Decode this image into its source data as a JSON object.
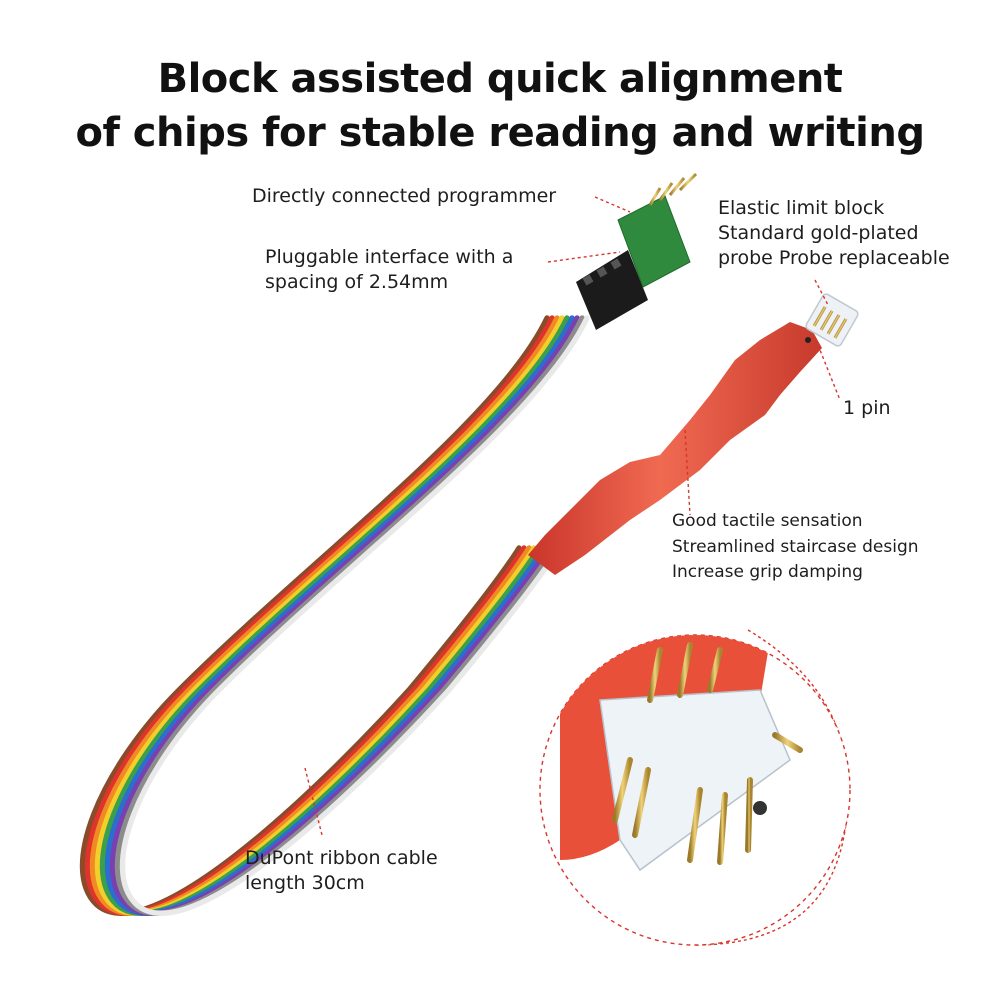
{
  "title": {
    "line1": "Block assisted quick alignment",
    "line2": "of chips for stable reading and writing"
  },
  "callouts": {
    "programmer": "Directly connected programmer",
    "interface_line1": "Pluggable interface with a",
    "interface_line2": "spacing of 2.54mm",
    "block_line1": "Elastic limit block",
    "block_line2": "Standard gold-plated",
    "block_line3": "probe Probe replaceable",
    "pin": "1 pin",
    "grip_line1": "Good tactile sensation",
    "grip_line2": "Streamlined staircase design",
    "grip_line3": "Increase grip damping",
    "cable_line1": "DuPont ribbon cable",
    "cable_line2": "length 30cm"
  },
  "colors": {
    "probe_red": "#e8503a",
    "leader_red": "#d9342b",
    "gold": "#c9a44a",
    "pcb_green": "#2f8a3e"
  }
}
